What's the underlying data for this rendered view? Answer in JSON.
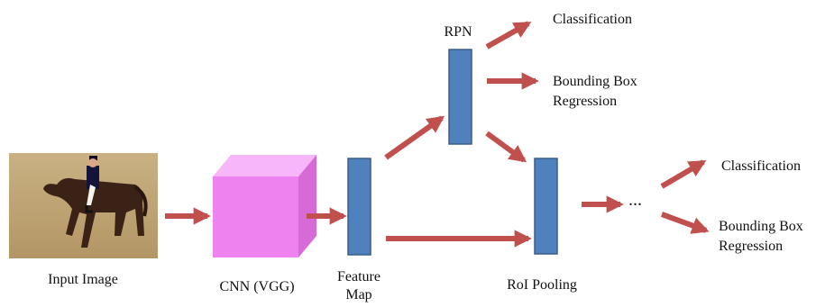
{
  "input": {
    "label": "Input Image"
  },
  "cnn": {
    "label": "CNN (VGG)"
  },
  "feature_map": {
    "label_line1": "Feature",
    "label_line2": "Map"
  },
  "rpn": {
    "label": "RPN",
    "outputs": {
      "classification": "Classification",
      "bbox_line1": "Bounding Box",
      "bbox_line2": "Regression"
    }
  },
  "roi_pooling": {
    "label": "RoI Pooling"
  },
  "head": {
    "ellipsis": "...",
    "outputs": {
      "classification": "Classification",
      "bbox_line1": "Bounding Box",
      "bbox_line2": "Regression"
    }
  },
  "colors": {
    "arrow": "#c0504d",
    "bar_fill": "#4f81bd",
    "bar_stroke": "#385d8a",
    "cube_front": "#ee82ee",
    "cube_top": "#f7b6f7",
    "cube_side": "#d86ad8"
  }
}
